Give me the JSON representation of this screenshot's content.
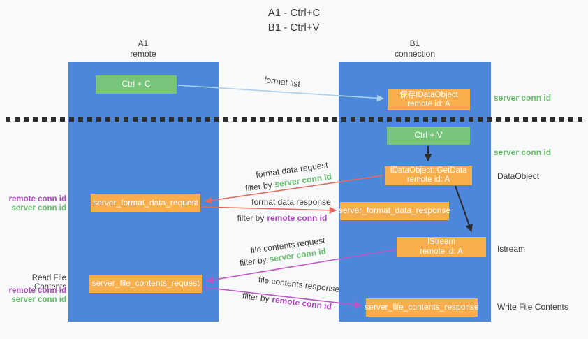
{
  "title": {
    "line1": "A1 - Ctrl+C",
    "line2": "B1 - Ctrl+V"
  },
  "lanes": {
    "left": {
      "header_line1": "A1",
      "header_line2": "remote"
    },
    "right": {
      "header_line1": "B1",
      "header_line2": "connection"
    }
  },
  "boxes": {
    "ctrl_c": {
      "label": "Ctrl + C"
    },
    "save_idataobject": {
      "line1": "保存IDataObject",
      "line2": "remote id: A"
    },
    "ctrl_v": {
      "label": "Ctrl + V"
    },
    "getdata": {
      "line1": "IDataObject::GetData",
      "line2": "remote id: A"
    },
    "format_request": {
      "label": "server_format_data_request"
    },
    "format_response": {
      "label": "server_format_data_response"
    },
    "istream": {
      "line1": "IStream",
      "line2": "remote id: A"
    },
    "file_request": {
      "label": "server_file_contents_request"
    },
    "file_response": {
      "label": "server_file_contents_response"
    }
  },
  "arrow_labels": {
    "format_list": "format list",
    "format_data_request": "format data request",
    "format_data_response": "format data response",
    "file_contents_request": "file contents request",
    "file_contents_response": "file contents response",
    "filter_by": "filter by",
    "server_conn_id": "server conn id",
    "remote_conn_id": "remote conn id"
  },
  "right_annotations": {
    "server_conn_id_top": "server conn id",
    "server_conn_id_mid": "server conn id",
    "dataobject": "DataObject",
    "istream": "Istream",
    "write_file_contents": "Write File Contents"
  },
  "left_annotations": {
    "remote_conn_id_1": "remote conn id",
    "server_conn_id_1": "server conn id",
    "read_file_contents": "Read File Contents",
    "remote_conn_id_2": "remote conn id",
    "server_conn_id_2": "server conn id"
  },
  "colors": {
    "background": "#f8f9fa",
    "lane_blue": "#4d87da",
    "box_green": "#78c47a",
    "box_orange": "#f9ae4e",
    "arrow_light_blue": "#a9d0ee",
    "arrow_red": "#e7695c",
    "arrow_magenta": "#bf55c3",
    "arrow_black": "#2b2b2b",
    "text_green": "#67bd6a",
    "text_purple": "#ab47bc",
    "text_dark": "#3a3a3a"
  }
}
